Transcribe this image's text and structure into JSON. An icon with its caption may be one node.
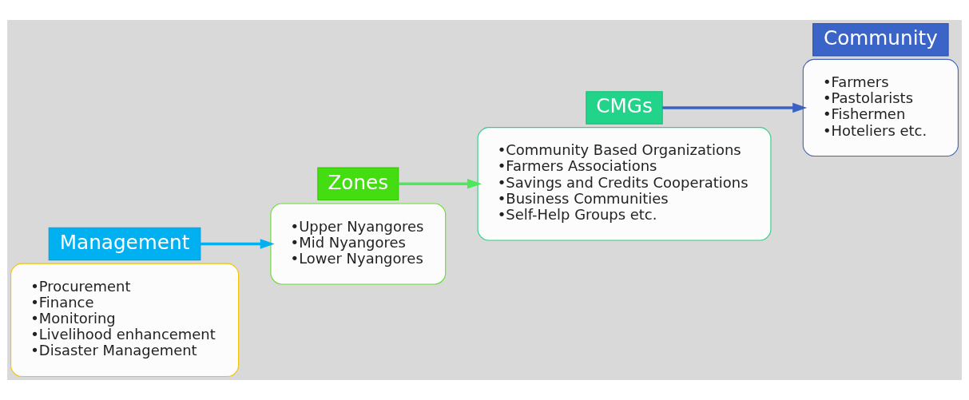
{
  "diagram": {
    "nodes": [
      {
        "text": [
          "•Procurement",
          "•Finance",
          "•Monitoring",
          "•Livelihood enhancement",
          "•Disaster Management"
        ]
      },
      {
        "text": [
          "Management"
        ]
      },
      {
        "text": [
          "•Upper Nyangores",
          "•Mid Nyangores",
          "•Lower Nyangores"
        ]
      },
      {
        "text": [
          "Zones"
        ]
      },
      {
        "text": [
          "•Community Based Organizations",
          "•Farmers Associations",
          "•Savings and Credits Cooperations",
          "•Business Communities",
          "•Self-Help Groups etc."
        ]
      },
      {
        "text": [
          "CMGs"
        ]
      },
      {
        "text": [
          "•Farmers",
          "•Pastolarists",
          "•Fishermen",
          "•Hoteliers etc."
        ]
      },
      {
        "text": [
          "Community"
        ]
      }
    ],
    "edges": [
      {
        "from": 1,
        "to": 2,
        "arrow": "to",
        "color": "#00b0f0"
      },
      {
        "from": 3,
        "to": 4,
        "arrow": "to",
        "color": "#4de85a"
      },
      {
        "from": 5,
        "to": 6,
        "arrow": "to",
        "color": "#3a62c4"
      }
    ]
  }
}
